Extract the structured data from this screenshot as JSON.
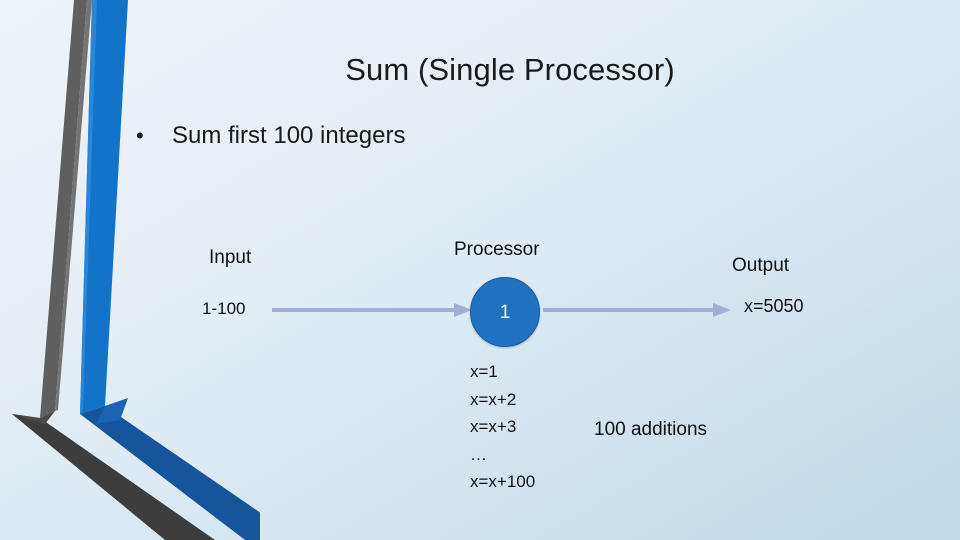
{
  "slide": {
    "title": "Sum (Single Processor)",
    "bullet_marker": "•",
    "bullet_text": "Sum first 100 integers"
  },
  "diagram": {
    "input": {
      "label": "Input",
      "value": "1-100"
    },
    "processor": {
      "label": "Processor",
      "number": "1"
    },
    "output": {
      "label": "Output",
      "value": "x=5050"
    },
    "arrow_in_name": "arrow-input-to-processor",
    "arrow_out_name": "arrow-processor-to-output"
  },
  "code": {
    "lines": [
      "x=1",
      "x=x+2",
      "x=x+3",
      "…",
      "x=x+100"
    ],
    "annotation": "100 additions"
  },
  "colors": {
    "processor_fill": "#1f72c0",
    "processor_stroke": "#1b5c9e",
    "arrow": "#9fb0d6",
    "chevron_blue_top": "#1273c8",
    "chevron_blue_bottom": "#16559c",
    "chevron_gray_top": "#5f5f5f",
    "chevron_gray_bottom": "#3d3d3d",
    "background_top": "#eef3f7",
    "background_bottom": "#c2dbea",
    "text": "#1a1a1a"
  }
}
